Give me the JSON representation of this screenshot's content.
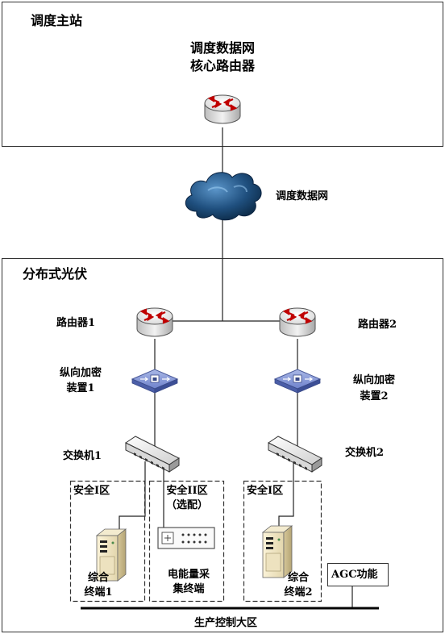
{
  "master_station": {
    "title": "调度主站",
    "core_router_line1": "调度数据网",
    "core_router_line2": "核心路由器"
  },
  "network": {
    "cloud_label": "调度数据网"
  },
  "pv_site": {
    "title": "分布式光伏",
    "router1": "路由器1",
    "router2": "路由器2",
    "encrypt1_line1": "纵向加密",
    "encrypt1_line2": "装置1",
    "encrypt2_line1": "纵向加密",
    "encrypt2_line2": "装置2",
    "switch1": "交换机1",
    "switch2": "交换机2",
    "zone_safe1_left": "安全I区",
    "zone_safe2_line1": "安全II区",
    "zone_safe2_line2": "（选配）",
    "zone_safe1_right": "安全I区",
    "terminal1_line1": "综合",
    "terminal1_line2": "终端1",
    "terminal2_line1": "综合",
    "terminal2_line2": "终端2",
    "meter_line1": "电能量采",
    "meter_line2": "集终端",
    "agc": "AGC功能",
    "bus_label": "生产控制大区"
  }
}
